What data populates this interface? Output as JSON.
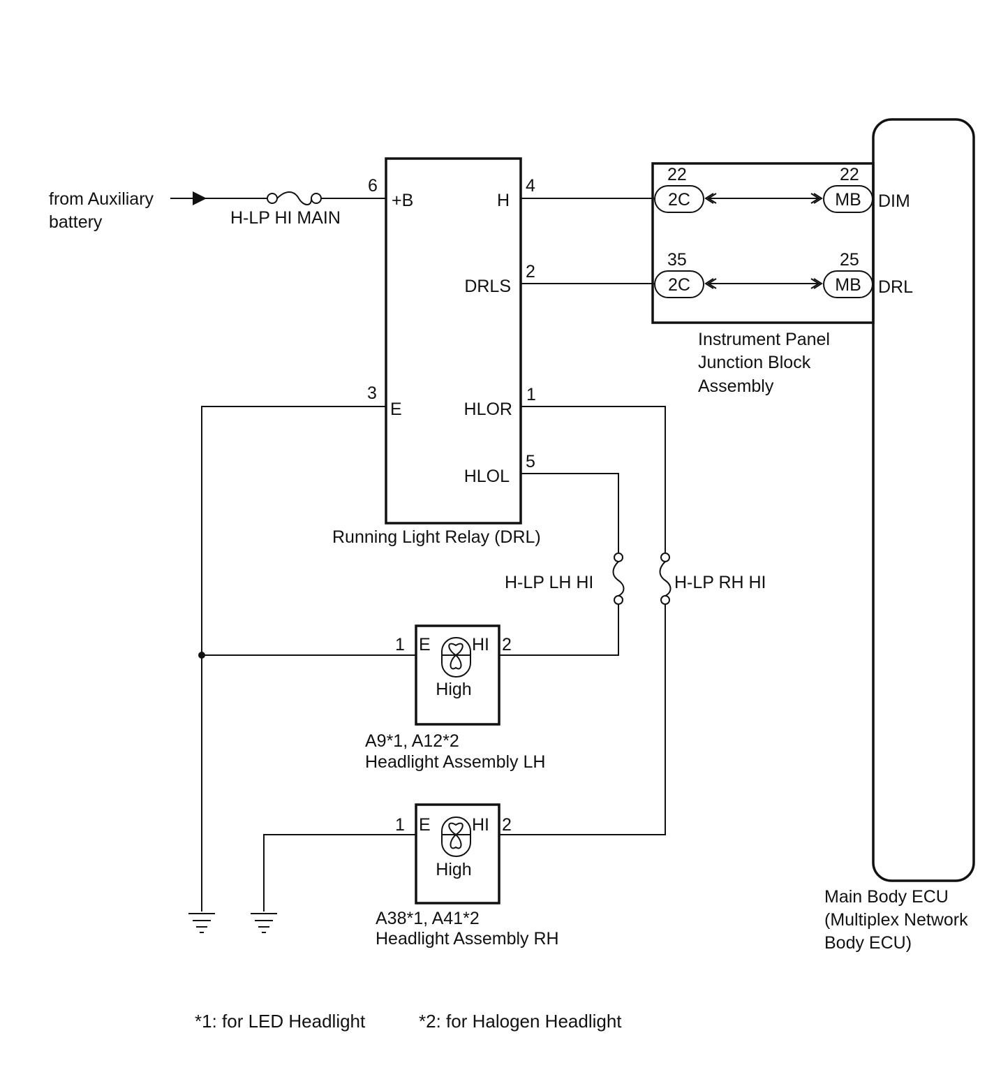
{
  "source": {
    "line1": "from Auxiliary",
    "line2": "battery"
  },
  "fuses": {
    "main": "H-LP HI MAIN",
    "lh": "H-LP LH HI",
    "rh": "H-LP RH HI"
  },
  "relay": {
    "caption": "Running Light Relay (DRL)",
    "pins": {
      "b": {
        "num": "6",
        "name": "+B"
      },
      "h": {
        "num": "4",
        "name": "H"
      },
      "drls": {
        "num": "2",
        "name": "DRLS"
      },
      "e": {
        "num": "3",
        "name": "E"
      },
      "hlor": {
        "num": "1",
        "name": "HLOR"
      },
      "hlol": {
        "num": "5",
        "name": "HLOL"
      }
    }
  },
  "junction": {
    "caption": [
      "Instrument Panel",
      "Junction Block",
      "Assembly"
    ],
    "row1": {
      "left_pin": "22",
      "left_conn": "2C",
      "right_pin": "22",
      "right_conn": "MB",
      "signal": "DIM"
    },
    "row2": {
      "left_pin": "35",
      "left_conn": "2C",
      "right_pin": "25",
      "right_conn": "MB",
      "signal": "DRL"
    }
  },
  "ecu": {
    "caption": [
      "Main Body ECU",
      "(Multiplex Network",
      "Body ECU)"
    ]
  },
  "headlight_lh": {
    "pin1": "1",
    "pin2": "2",
    "left": "E",
    "right": "HI",
    "bulb": "High",
    "code": "A9*1, A12*2",
    "name": "Headlight Assembly LH"
  },
  "headlight_rh": {
    "pin1": "1",
    "pin2": "2",
    "left": "E",
    "right": "HI",
    "bulb": "High",
    "code": "A38*1, A41*2",
    "name": "Headlight Assembly RH"
  },
  "notes": {
    "n1": "*1: for LED Headlight",
    "n2": "*2: for Halogen Headlight"
  }
}
